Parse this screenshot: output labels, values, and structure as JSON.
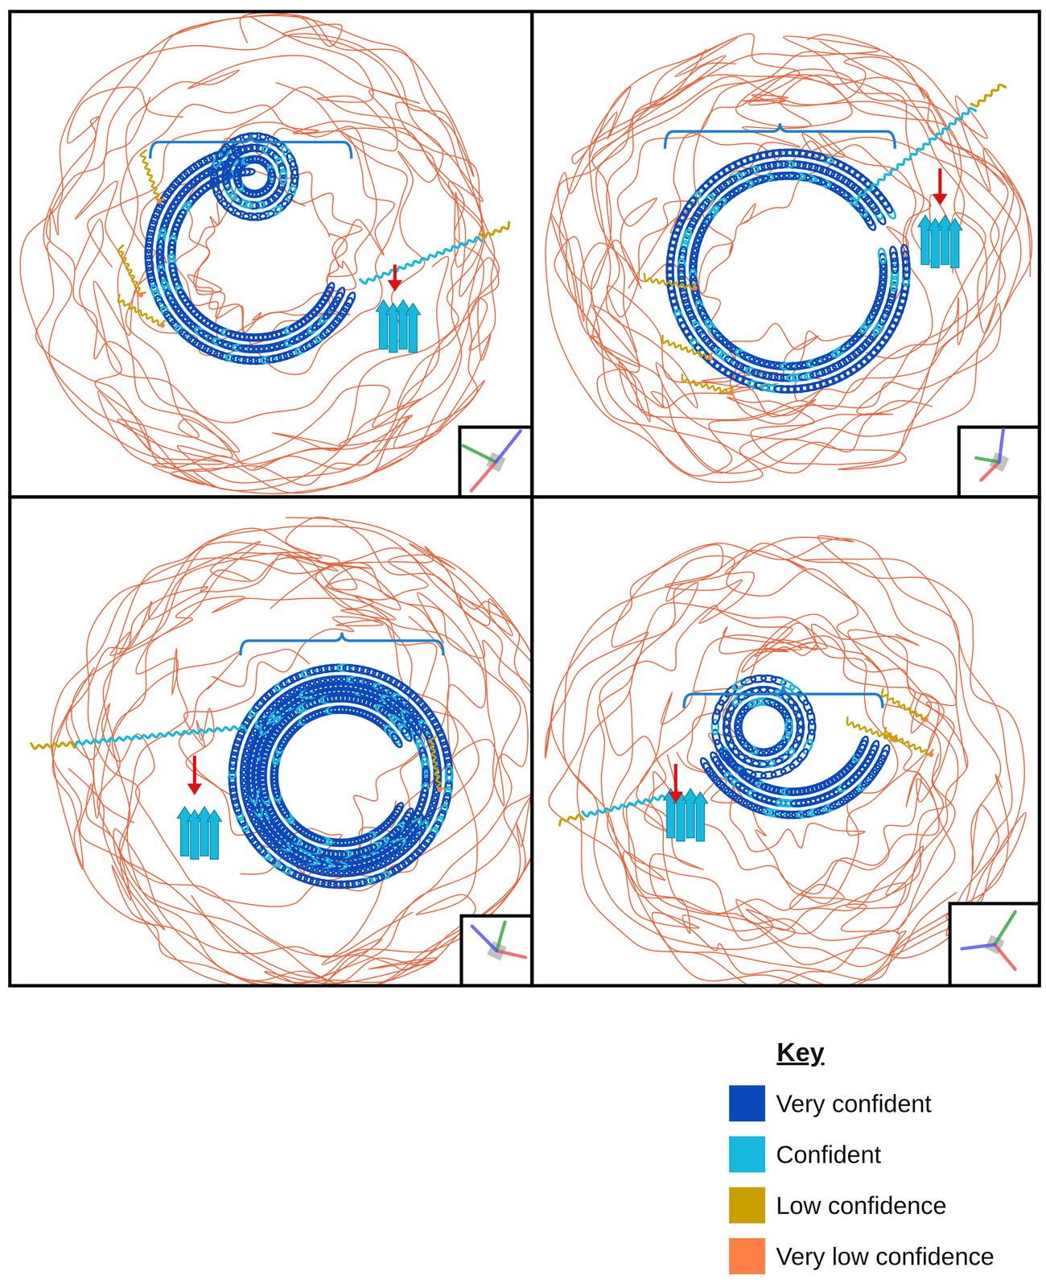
{
  "diagram": {
    "labels": [
      "Key"
    ],
    "legend": [
      {
        "text": "Very confident",
        "color": "#0b49ba"
      },
      {
        "text": "Confident",
        "color": "#16b8dd"
      },
      {
        "text": "Low confidence",
        "color": "#c9a000"
      },
      {
        "text": "Very low confidence",
        "color": "#ff7f45"
      }
    ]
  }
}
